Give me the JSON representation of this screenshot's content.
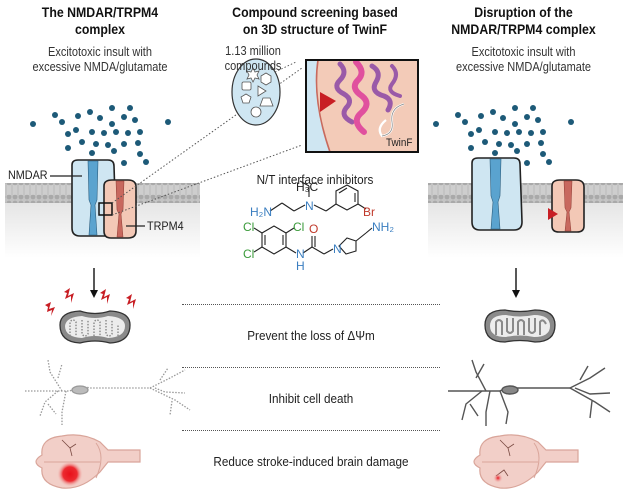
{
  "panels": {
    "left": {
      "title": "The NMDAR/TRPM4 complex",
      "title_line1": "The NMDAR/TRPM4",
      "title_line2": "complex",
      "subtitle_line1": "Excitotoxic insult with",
      "subtitle_line2": "excessive NMDA/glutamate",
      "labels": {
        "nmdar": "NMDAR",
        "trpm4": "TRPM4"
      }
    },
    "middle": {
      "title_line1": "Compound screening based",
      "title_line2": "on 3D structure of TwinF",
      "library_line1": "1.13 million",
      "library_line2": "compounds",
      "structure_label": "TwinF",
      "inhibitors_heading": "N/T interface inhibitors",
      "compound1": {
        "ch3": "H₃C",
        "n": "N",
        "nh2": "H₂N",
        "br": "Br"
      },
      "compound2": {
        "cl": "Cl",
        "o": "O",
        "n": "N",
        "nh": "N",
        "h": "H",
        "nh2": "NH₂"
      }
    },
    "right": {
      "title_line1": "Disruption of the",
      "title_line2": "NMDAR/TRPM4 complex",
      "subtitle_line1": "Excitotoxic insult with",
      "subtitle_line2": "excessive NMDA/glutamate"
    }
  },
  "outcomes": [
    {
      "label": "Prevent the loss of ΔΨm",
      "left": "damaged-mitochondrion",
      "right": "healthy-mitochondrion"
    },
    {
      "label": "Inhibit cell death",
      "left": "degenerating-neuron",
      "right": "healthy-neuron"
    },
    {
      "label": "Reduce stroke-induced brain damage",
      "left": "brain-large-infarct",
      "right": "brain-small-infarct"
    }
  ],
  "colors": {
    "glutamate": "#1d5a78",
    "nmdar_fill": "#cfe6f2",
    "nmdar_channel": "#5aa3cf",
    "trpm4_fill": "#f3c8b6",
    "trpm4_channel": "#c8685e",
    "inhibitor_red": "#c81e24",
    "protein_pink": "#e0509e",
    "protein_purple": "#9a5aa8",
    "membrane": "#b8b8b8",
    "cytoplasm": "#ececec",
    "chem_blue": "#3a7ec0",
    "chem_green": "#3a9a3a",
    "chem_red": "#c0392b",
    "brain": "#f2cfc8",
    "mito": "#8a8a8a"
  }
}
